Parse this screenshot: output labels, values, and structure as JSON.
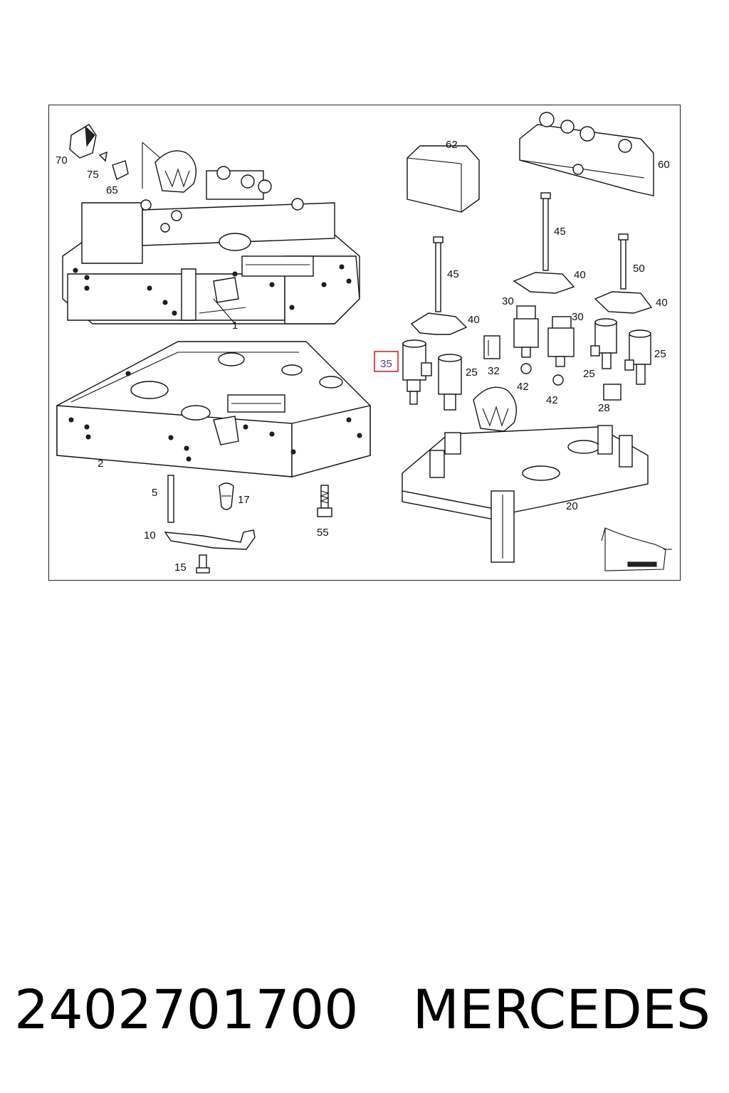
{
  "callouts": {
    "c70": "70",
    "c75": "75",
    "c65": "65",
    "c1": "1",
    "c62": "62",
    "c60": "60",
    "c45a": "45",
    "c45b": "45",
    "c50": "50",
    "c40a": "40",
    "c40b": "40",
    "c40c": "40",
    "c30a": "30",
    "c30b": "30",
    "c35": "35",
    "c25a": "25",
    "c25b": "25",
    "c25c": "25",
    "c32": "32",
    "c42a": "42",
    "c42b": "42",
    "c28": "28",
    "c2": "2",
    "c5": "5",
    "c17": "17",
    "c55": "55",
    "c10": "10",
    "c15": "15",
    "c20": "20"
  },
  "highlight": {
    "part": "35",
    "color": "#e0202a"
  },
  "caption": {
    "part_number": "2402701700",
    "brand": "MERCEDES"
  }
}
